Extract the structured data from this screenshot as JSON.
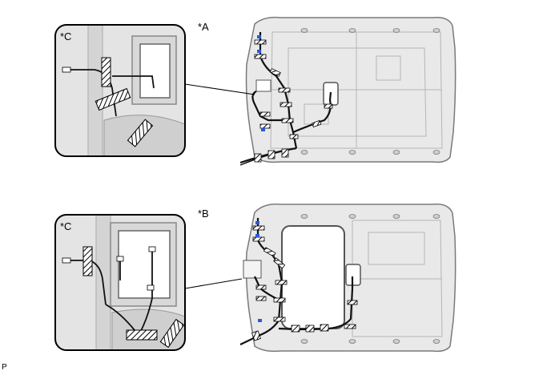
{
  "labels": {
    "view_a": "*A",
    "view_b": "*B",
    "callout_a": "*C",
    "callout_b": "*C",
    "footer_code": "P"
  },
  "colors": {
    "headliner_fill": "#e9e9e9",
    "headliner_stroke": "#7a7a7a",
    "harness": "#111111",
    "clip": "#2a5bd7",
    "callout_border": "#000000"
  }
}
